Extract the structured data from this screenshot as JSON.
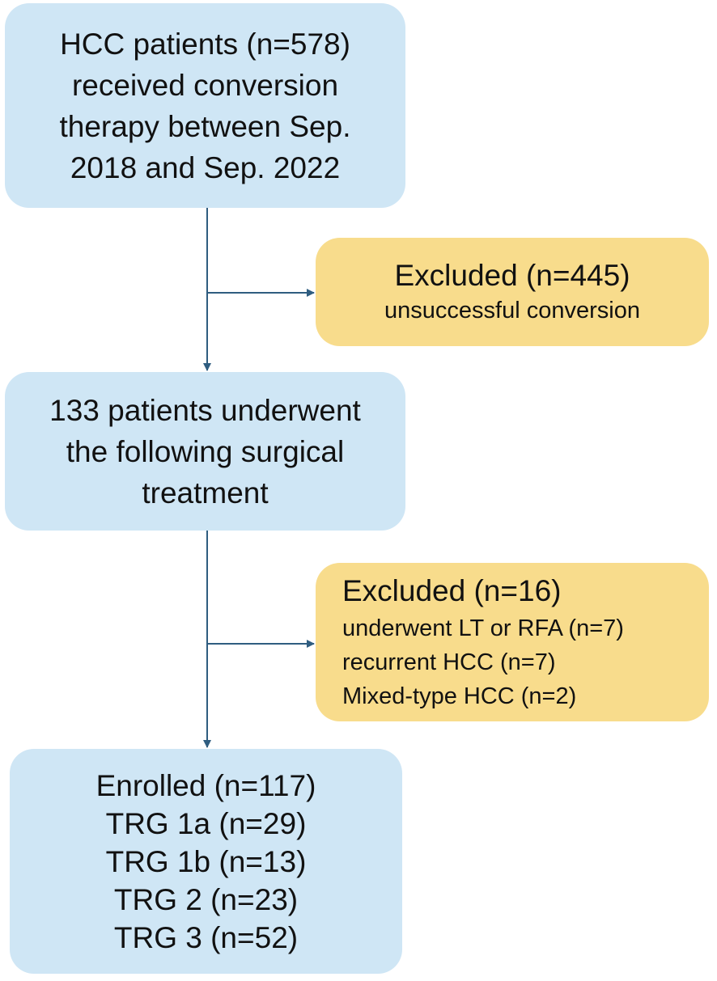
{
  "flowchart": {
    "start": {
      "lines": [
        "HCC patients (n=578)",
        "received conversion",
        "therapy between Sep.",
        "2018 and Sep. 2022"
      ]
    },
    "exclusion_1": {
      "title": "Excluded (n=445)",
      "reasons": [
        "unsuccessful conversion"
      ]
    },
    "surgical": {
      "lines": [
        "133 patients underwent",
        "the following surgical",
        "treatment"
      ]
    },
    "exclusion_2": {
      "title": "Excluded (n=16)",
      "reasons": [
        "underwent LT or RFA (n=7)",
        "recurrent HCC (n=7)",
        "Mixed-type HCC (n=2)"
      ]
    },
    "enrolled": {
      "lines": [
        "Enrolled (n=117)",
        "TRG 1a (n=29)",
        "TRG 1b (n=13)",
        "TRG 2 (n=23)",
        "TRG 3 (n=52)"
      ]
    }
  },
  "colors": {
    "main_box": "#cfe6f5",
    "exclusion_box": "#f8dc8c",
    "connector": "#2f5d80"
  }
}
